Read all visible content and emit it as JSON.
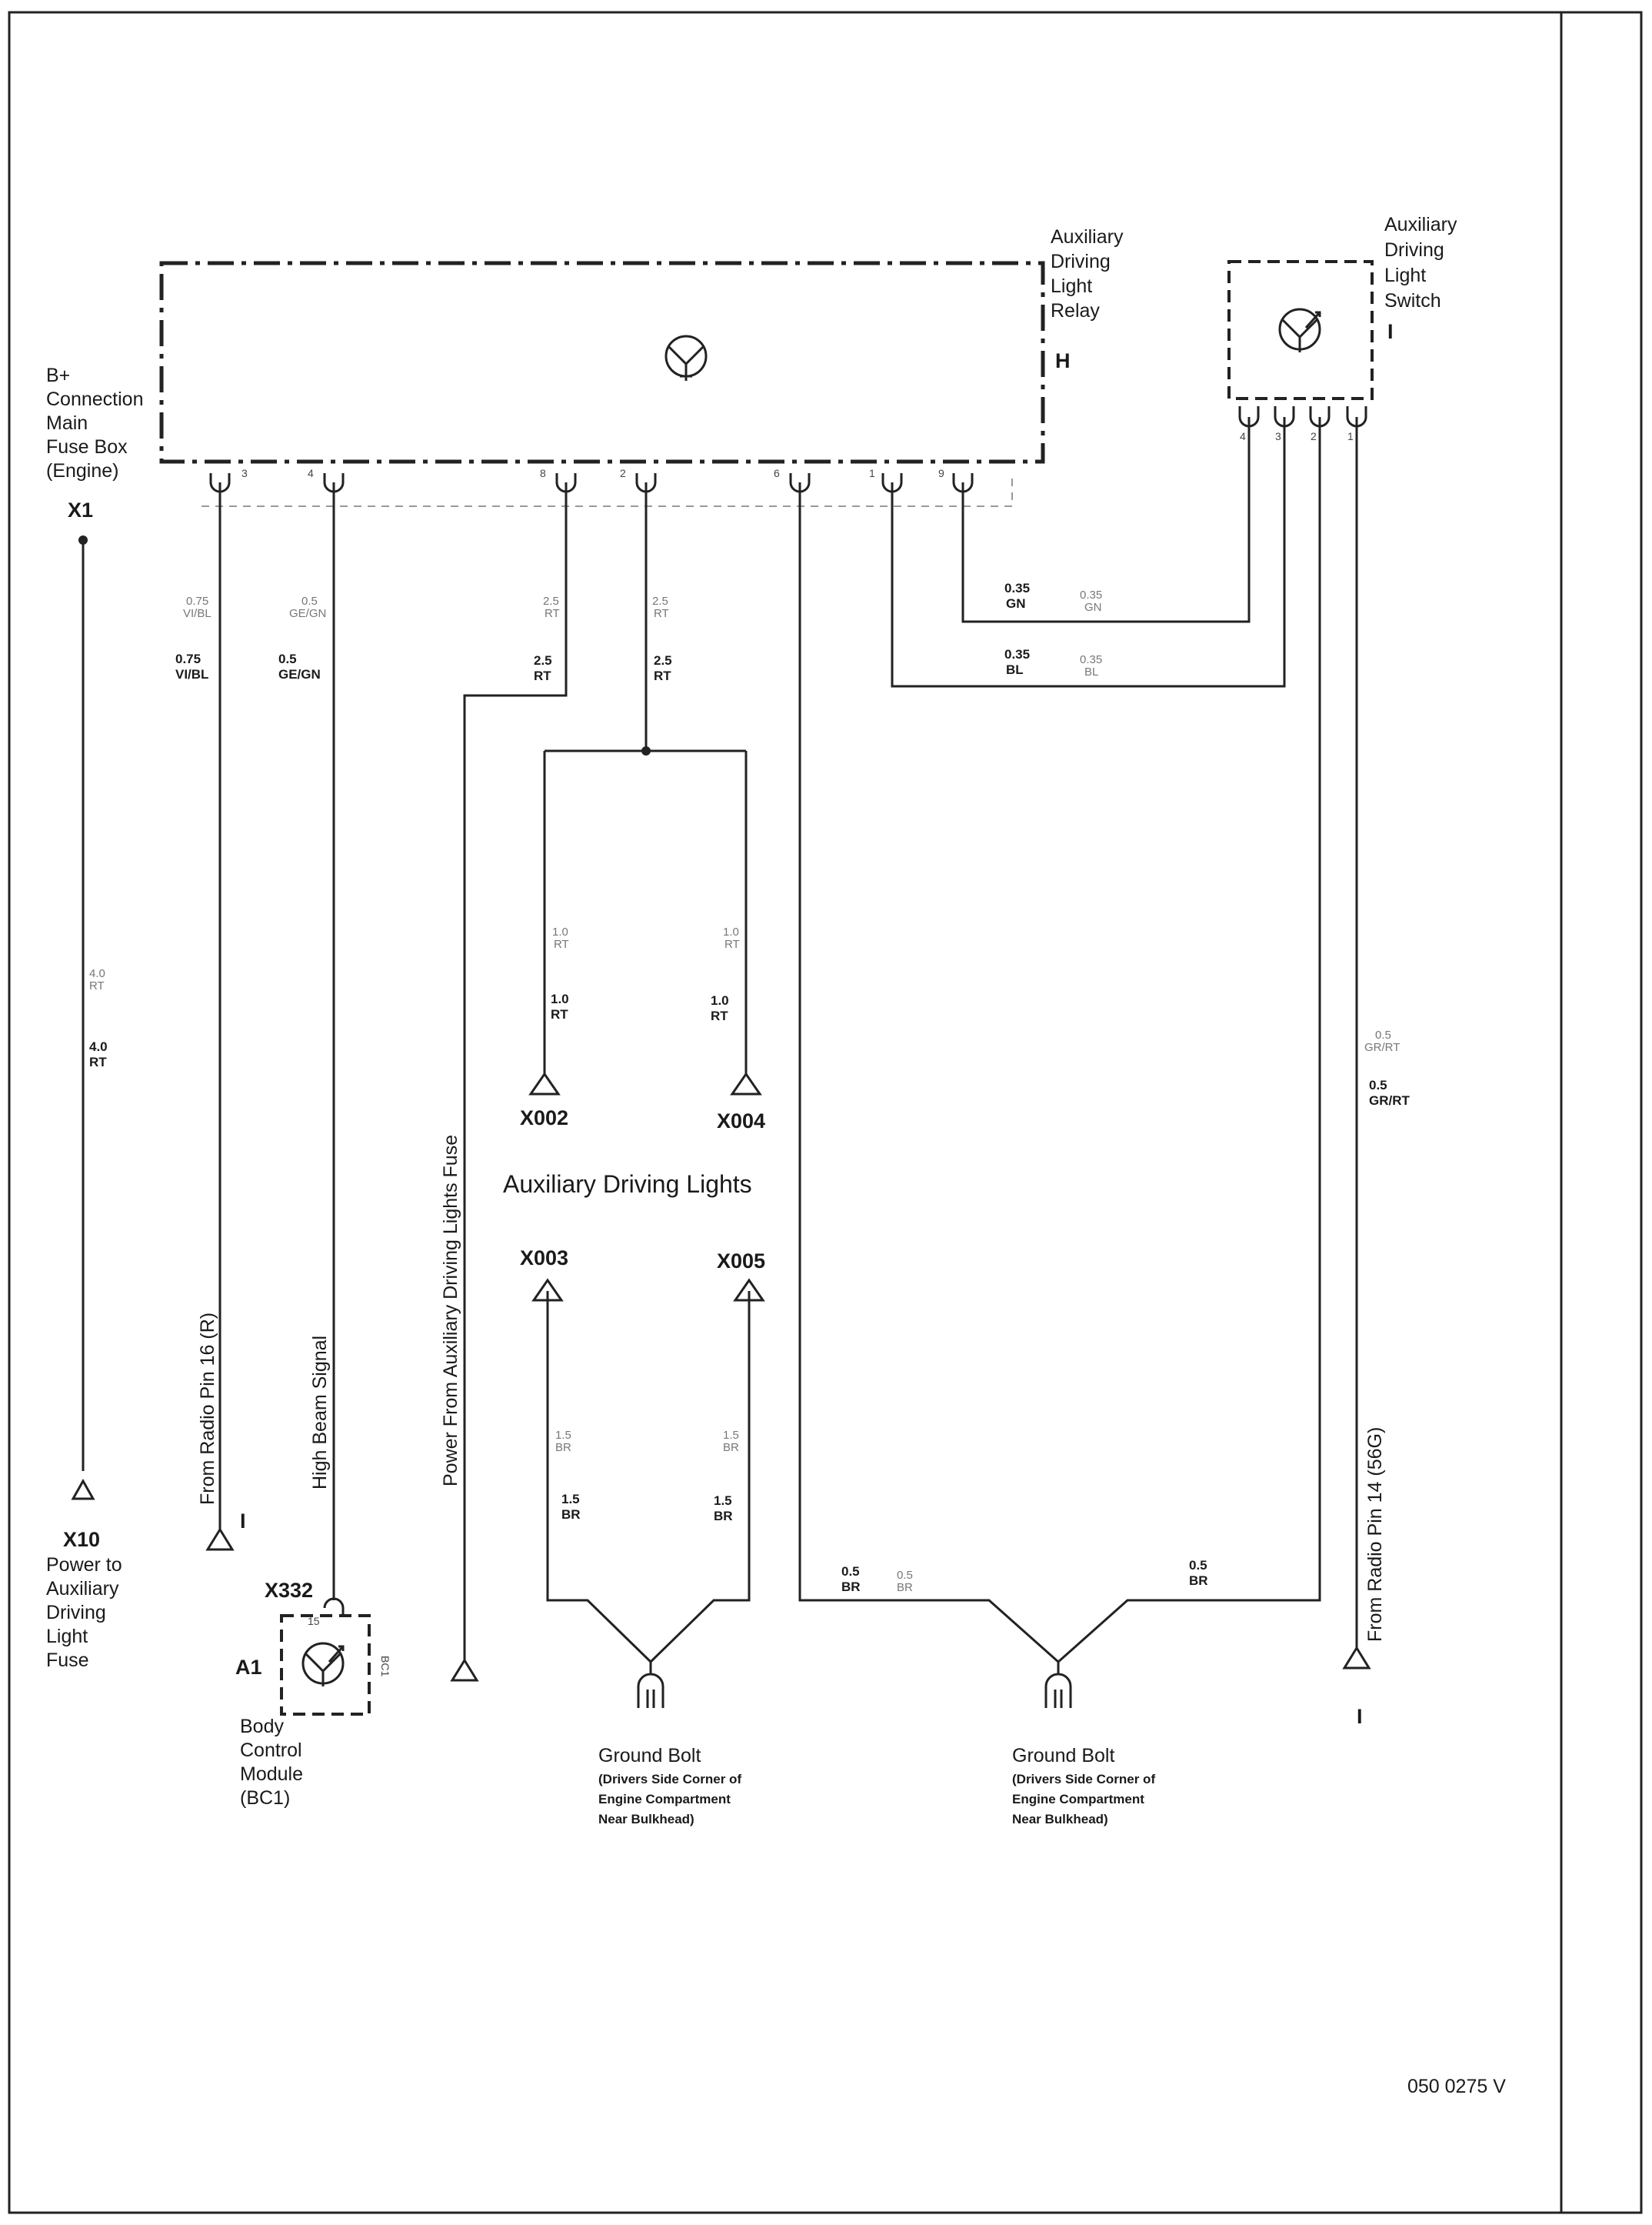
{
  "components": {
    "relay": {
      "label_lines": [
        "Auxiliary",
        "Driving",
        "Light",
        "Relay"
      ],
      "letter": "H"
    },
    "switch": {
      "label_lines": [
        "Auxiliary",
        "Driving",
        "Light",
        "Switch"
      ],
      "letter": "I"
    },
    "fuse_box": {
      "label_lines": [
        "B+",
        "Connection",
        "Main",
        "Fuse Box",
        "(Engine)"
      ],
      "connector": "X1"
    },
    "x10": {
      "connector": "X10",
      "label_lines": [
        "Power to",
        "Auxiliary",
        "Driving",
        "Light",
        "Fuse"
      ]
    },
    "bcm": {
      "connector": "X332",
      "id": "A1",
      "pin": "15",
      "side_code": "BC1",
      "label_lines": [
        "Body",
        "Control",
        "Module",
        "(BC1)"
      ]
    },
    "lights": {
      "title": "Auxiliary Driving Lights",
      "x002": "X002",
      "x004": "X004",
      "x003": "X003",
      "x005": "X005"
    },
    "ground_left": {
      "label_lines": [
        "Ground Bolt",
        "(Drivers Side Corner of",
        "Engine Compartment",
        "Near Bulkhead)"
      ]
    },
    "ground_right": {
      "label_lines": [
        "Ground Bolt",
        "(Drivers Side Corner of",
        "Engine Compartment",
        "Near Bulkhead)"
      ]
    }
  },
  "relay_pins": [
    "3",
    "4",
    "8",
    "2",
    "6",
    "1",
    "9"
  ],
  "switch_pins": [
    "4",
    "3",
    "2",
    "1"
  ],
  "wires": {
    "w_x1": {
      "size": "4.0",
      "color": "RT"
    },
    "w_radio": {
      "faint_size": "0.75",
      "faint_color": "VI/BL",
      "size": "0.75",
      "color": "VI/BL"
    },
    "w_hb": {
      "faint_size": "0.5",
      "faint_color": "GE/GN",
      "size": "0.5",
      "color": "GE/GN"
    },
    "w_pwr": {
      "faint_size": "2.5",
      "faint_color": "RT",
      "size": "2.5",
      "color": "RT"
    },
    "w_lights": {
      "faint_size": "2.5",
      "faint_color": "RT",
      "size": "2.5",
      "color": "RT"
    },
    "w_gn": {
      "size": "0.35",
      "color": "GN",
      "faint_size": "0.35",
      "faint_color": "GN"
    },
    "w_bl": {
      "size": "0.35",
      "color": "BL",
      "faint_size": "0.35",
      "faint_color": "BL"
    },
    "w_x002": {
      "faint_size": "1.0",
      "faint_color": "RT",
      "size": "1.0",
      "color": "RT"
    },
    "w_x004": {
      "faint_size": "1.0",
      "faint_color": "RT",
      "size": "1.0",
      "color": "RT"
    },
    "w_x003": {
      "faint_size": "1.5",
      "faint_color": "BR",
      "size": "1.5",
      "color": "BR"
    },
    "w_x005": {
      "faint_size": "1.5",
      "faint_color": "BR",
      "size": "1.5",
      "color": "BR"
    },
    "w_relay_gnd": {
      "size": "0.5",
      "color": "BR",
      "faint_size": "0.5",
      "faint_color": "BR"
    },
    "w_sw_gnd": {
      "size": "0.5",
      "color": "BR"
    },
    "w_grrt": {
      "faint_size": "0.5",
      "faint_color": "GR/RT",
      "size": "0.5",
      "color": "GR/RT"
    }
  },
  "vertical_labels": {
    "radio_r": "From Radio Pin 16 (R)",
    "high_beam": "High Beam Signal",
    "power_fuse": "Power From Auxiliary Driving Lights Fuse",
    "radio_56g": "From Radio Pin 14 (56G)"
  },
  "end_letters": {
    "radio_r": "I",
    "radio_56g": "I"
  },
  "footer_code": "050 0275 V"
}
